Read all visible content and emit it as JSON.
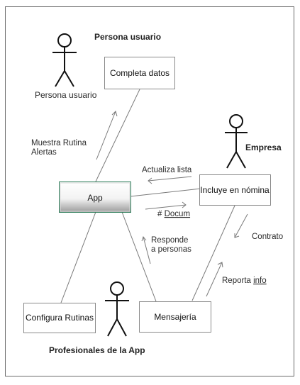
{
  "header": {
    "title": "Persona usuario"
  },
  "actors": {
    "persona_usuario": "Persona usuario",
    "empresa": "Empresa",
    "profesionales": "Profesionales de la App"
  },
  "nodes": {
    "completa_datos": "Completa datos",
    "app": "App",
    "incluye_nomina": "Incluye en nómina",
    "configura_rutinas": "Configura Rutinas",
    "mensajeria": "Mensajería"
  },
  "edge_labels": {
    "muestra_rutina_1": "Muestra Rutina",
    "muestra_rutina_2": "Alertas",
    "actualiza_lista": "Actualiza lista",
    "docum_hash": "#",
    "docum_text": "Docum",
    "responde_1": "Responde",
    "responde_2": "a personas",
    "contrato": "Contrato",
    "reporta_text": "Reporta ",
    "reporta_info": "info"
  },
  "colors": {
    "frame": "#6b6b6b",
    "box_border": "#8a8a8a",
    "line": "#7a7a7a",
    "app_highlight": "#2e7d5a"
  }
}
